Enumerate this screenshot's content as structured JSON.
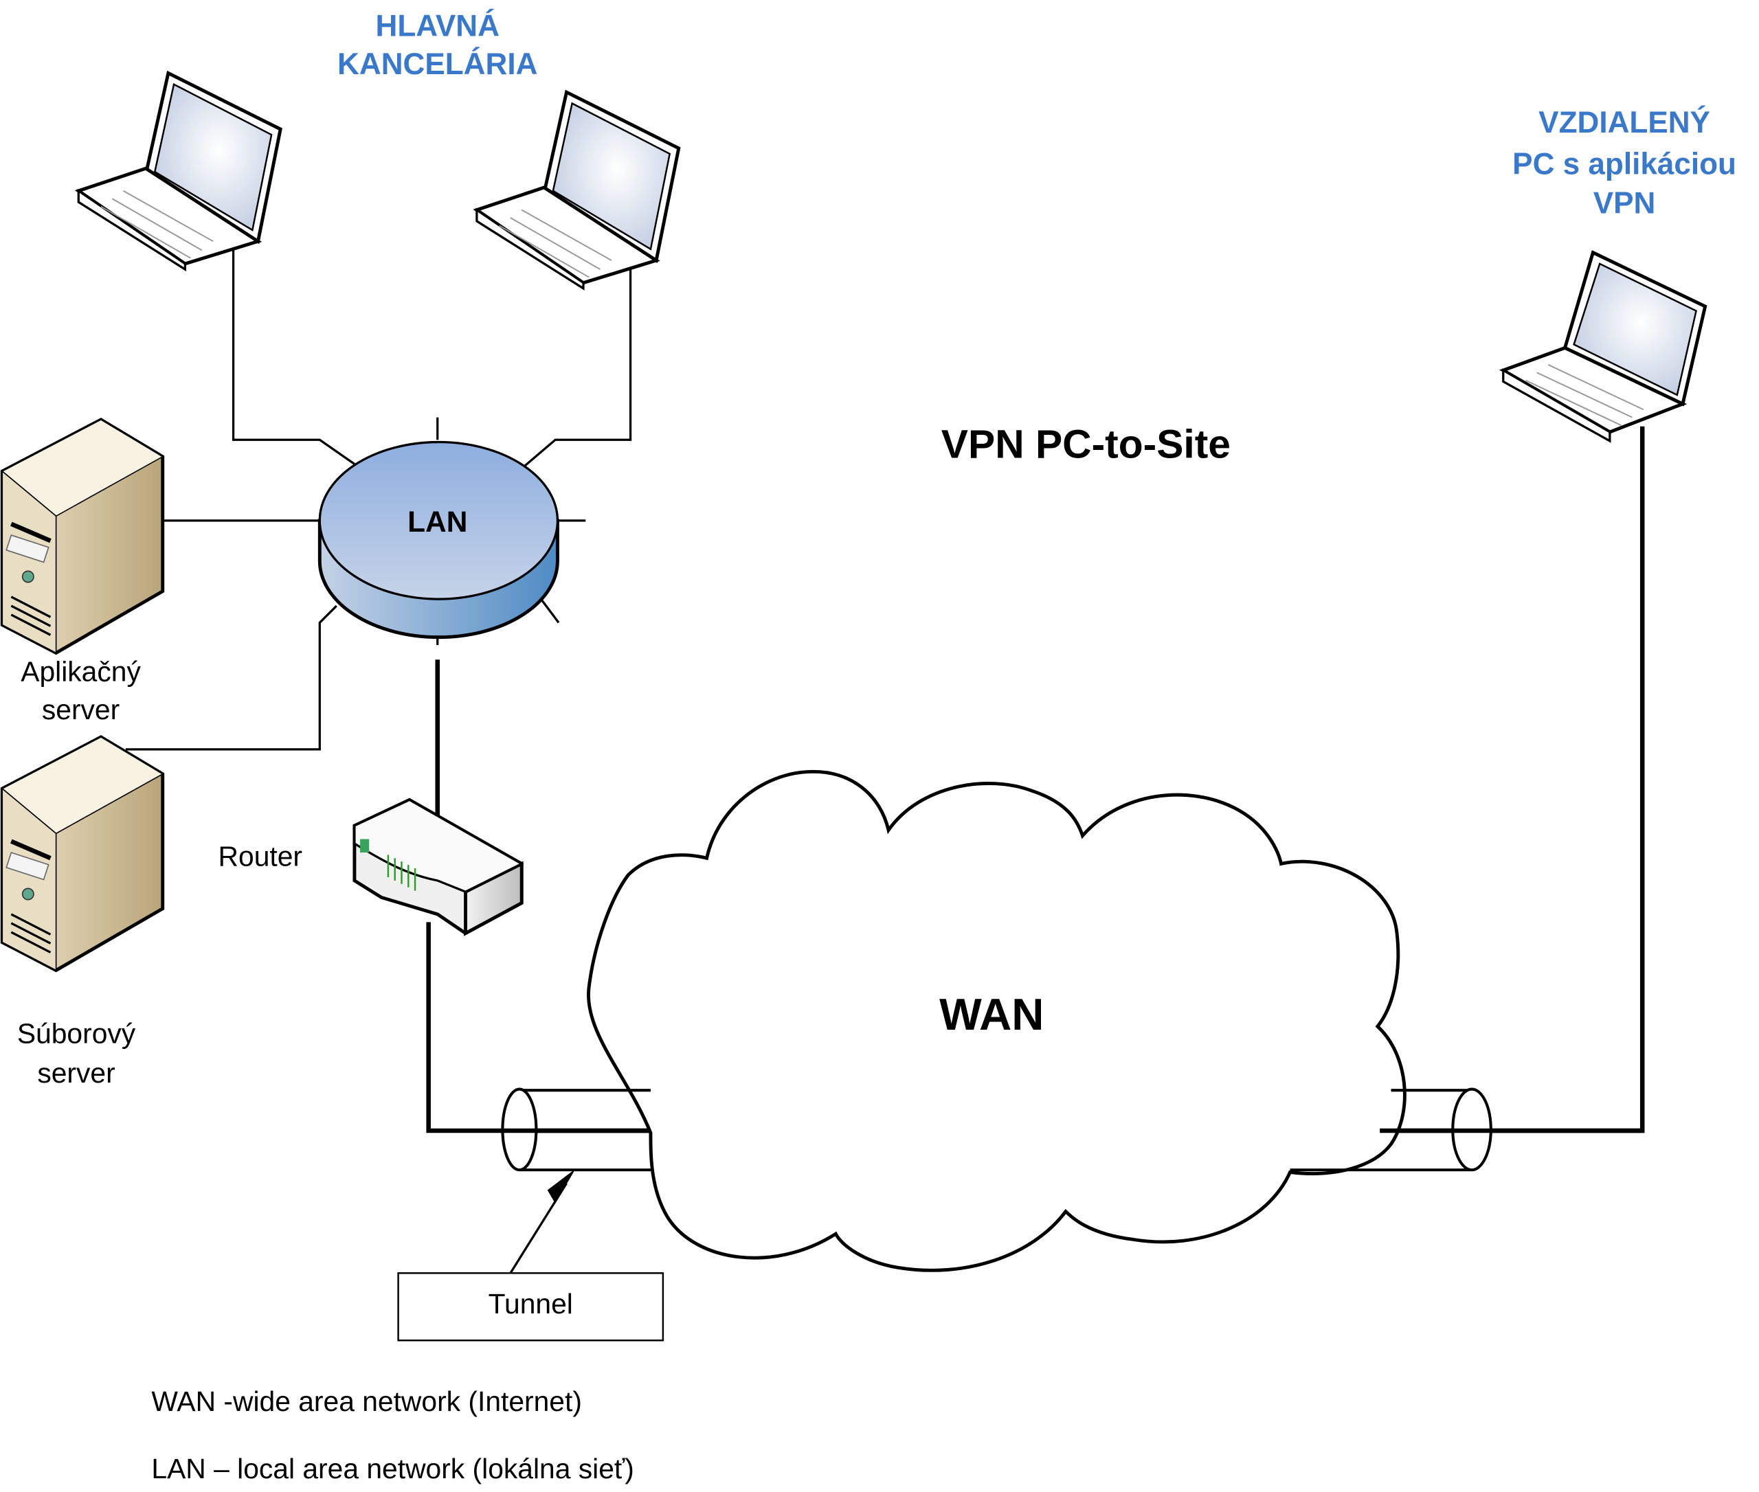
{
  "diagram": {
    "title": "VPN PC-to-Site",
    "main_office_label": [
      "HLAVNÁ",
      "KANCELÁRIA"
    ],
    "remote_pc_label": [
      "VZDIALENÝ",
      "PC s aplikáciou",
      "VPN"
    ],
    "lan_label": "LAN",
    "wan_label": "WAN",
    "router_label": "Router",
    "app_server_label": [
      "Aplikačný",
      "server"
    ],
    "file_server_label": [
      "Súborový",
      "server"
    ],
    "tunnel_label": "Tunnel",
    "legend": [
      "WAN -wide area network (Internet)",
      "LAN – local area network (lokálna sieť)"
    ],
    "colors": {
      "heading_blue": "#3a78c9",
      "lan_fill": "#9bb5de",
      "lan_side": "#5b93c9",
      "server_fill": "#e3d9bd",
      "screen_fill": "#d7deec"
    }
  }
}
